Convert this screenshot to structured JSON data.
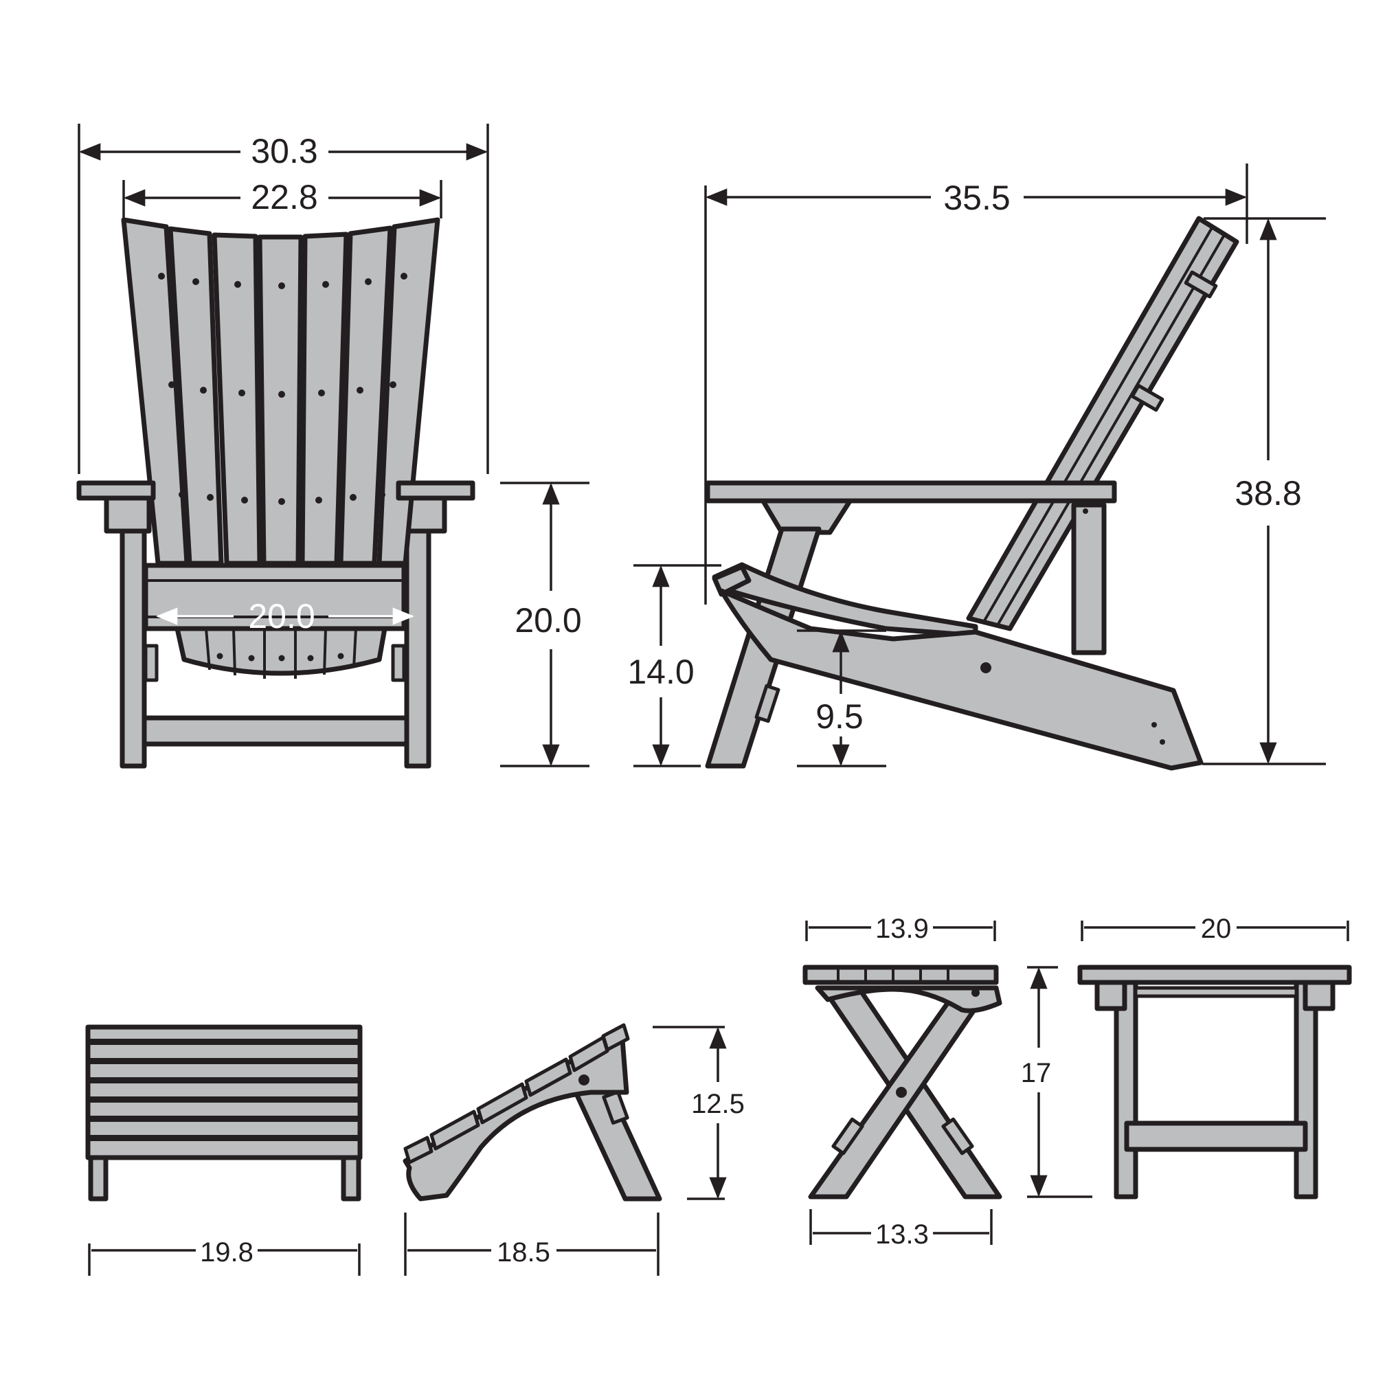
{
  "colors": {
    "part_fill": "#bcbec0",
    "outline": "#231f20",
    "background": "#ffffff"
  },
  "chair_front": {
    "overall_width": "30.3",
    "back_width": "22.8",
    "seat_width": "20.0"
  },
  "chair_side": {
    "depth": "35.5",
    "total_height": "38.8",
    "arm_height": "20.0",
    "front_seat_height": "14.0",
    "rear_seat_height": "9.5"
  },
  "ottoman": {
    "width": "19.8",
    "depth": "18.5",
    "height": "12.5"
  },
  "side_table": {
    "top_depth": "13.9",
    "base_depth": "13.3",
    "width": "20",
    "height": "17"
  }
}
